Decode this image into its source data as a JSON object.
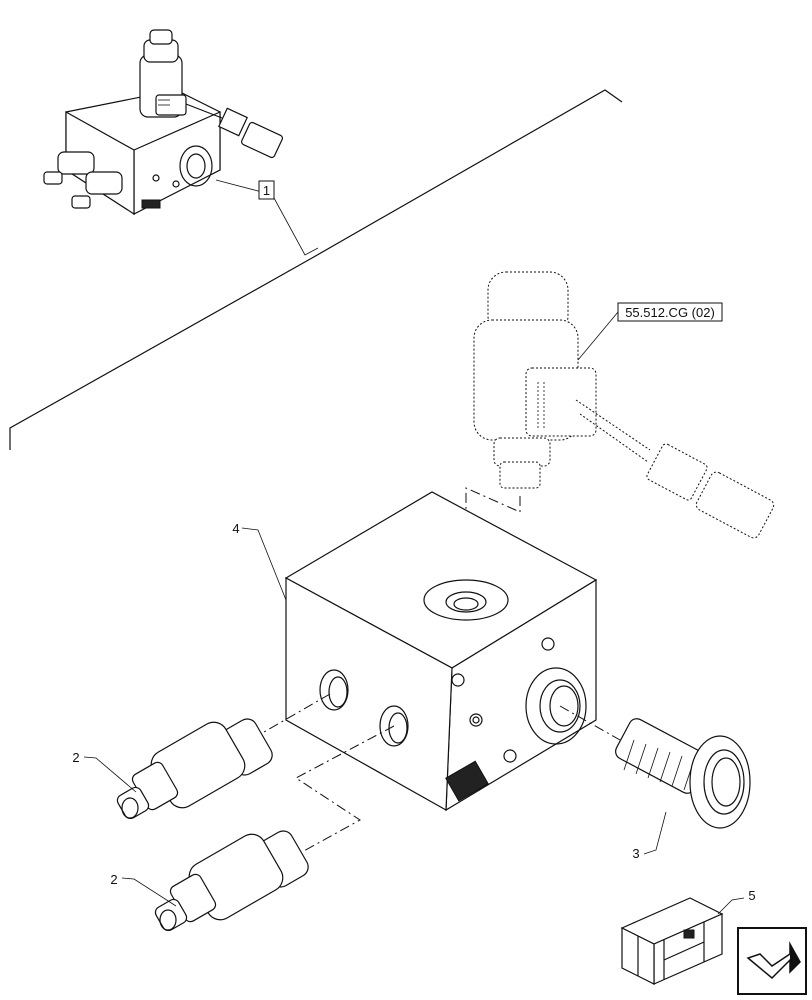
{
  "callouts": {
    "item_1": "1",
    "item_2a": "2",
    "item_2b": "2",
    "item_3": "3",
    "item_4": "4",
    "item_5": "5",
    "reference": "55.512.CG (02)"
  },
  "icons": {
    "nav_arrow": "return-arrow-icon",
    "kit_box": "crate-icon"
  }
}
